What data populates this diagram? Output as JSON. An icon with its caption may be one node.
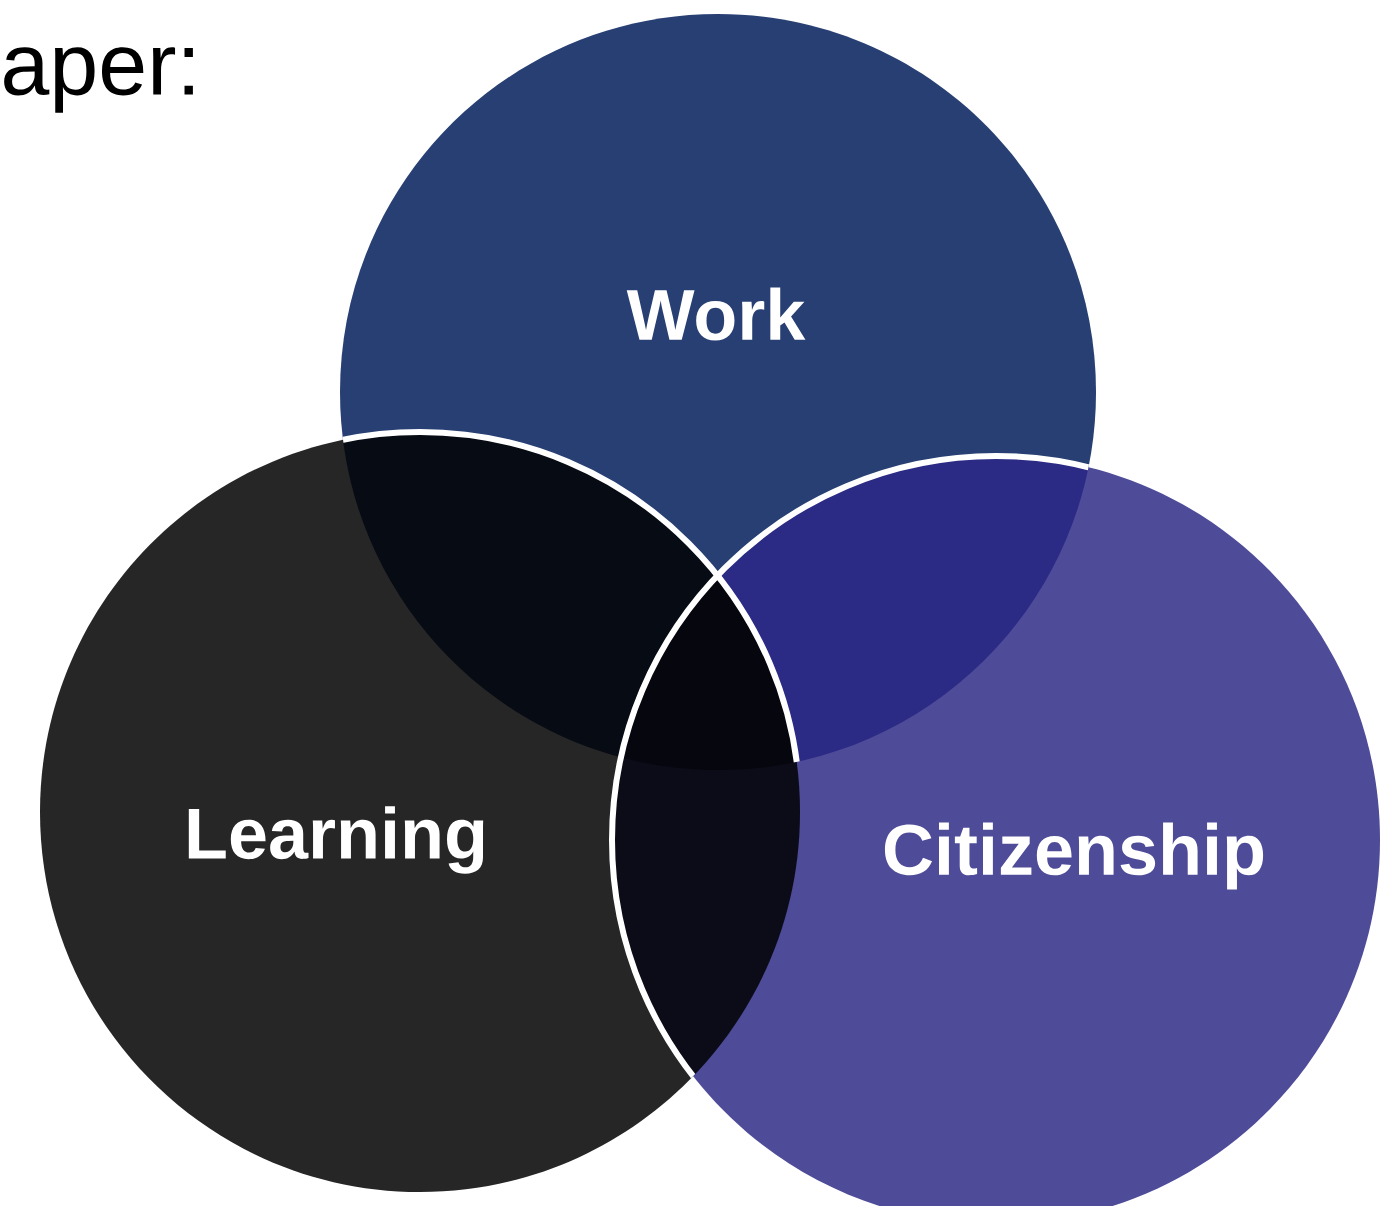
{
  "diagram": {
    "nodes": [
      {
        "text": [
          "Work"
        ]
      },
      {
        "text": [
          "Learning"
        ]
      },
      {
        "text": [
          "Citizenship"
        ]
      }
    ],
    "labels": [
      "aper:"
    ]
  }
}
